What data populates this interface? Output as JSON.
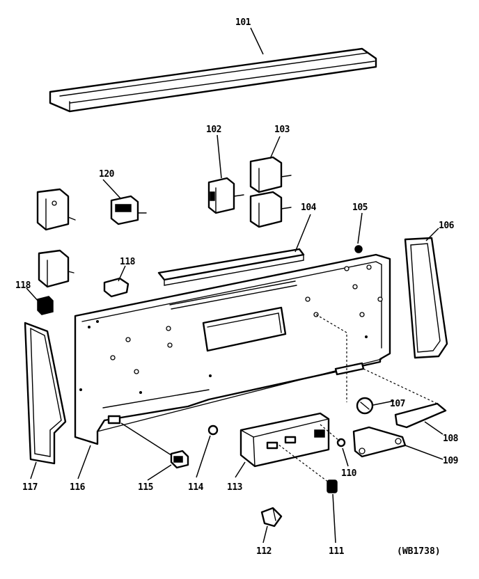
{
  "diagram": {
    "reference_code": "(WB1738)",
    "callouts": [
      {
        "id": "101",
        "label": "101"
      },
      {
        "id": "102",
        "label": "102"
      },
      {
        "id": "103",
        "label": "103"
      },
      {
        "id": "104",
        "label": "104"
      },
      {
        "id": "105",
        "label": "105"
      },
      {
        "id": "106",
        "label": "106"
      },
      {
        "id": "107",
        "label": "107"
      },
      {
        "id": "108",
        "label": "108"
      },
      {
        "id": "109",
        "label": "109"
      },
      {
        "id": "110",
        "label": "110"
      },
      {
        "id": "111",
        "label": "111"
      },
      {
        "id": "112",
        "label": "112"
      },
      {
        "id": "113",
        "label": "113"
      },
      {
        "id": "114",
        "label": "114"
      },
      {
        "id": "115",
        "label": "115"
      },
      {
        "id": "116",
        "label": "116"
      },
      {
        "id": "117",
        "label": "117"
      },
      {
        "id": "118a",
        "label": "118"
      },
      {
        "id": "118b",
        "label": "118"
      },
      {
        "id": "120",
        "label": "120"
      }
    ]
  }
}
